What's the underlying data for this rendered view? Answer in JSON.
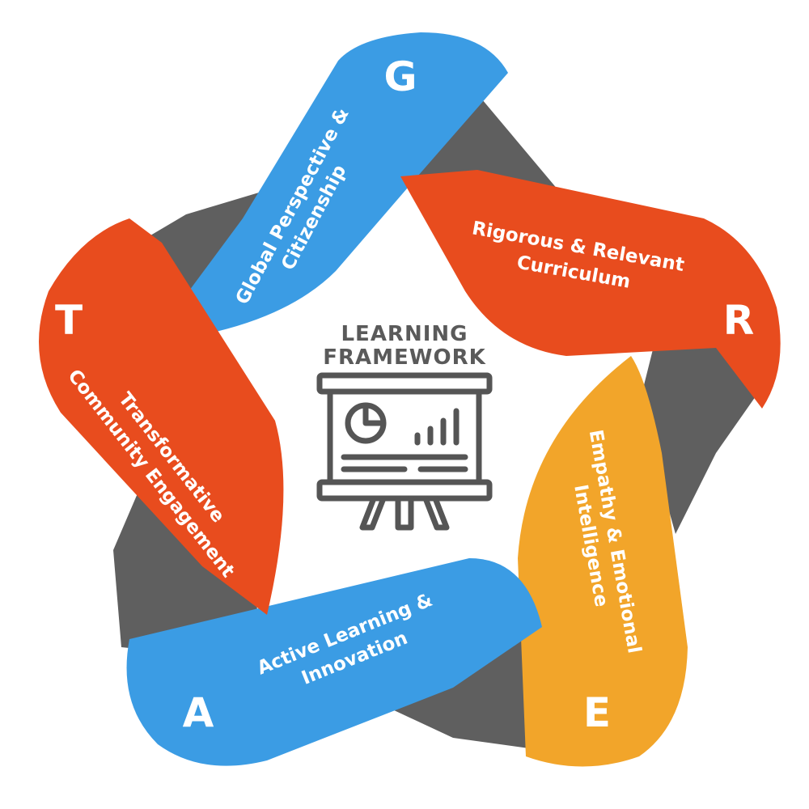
{
  "center": {
    "title_line1": "LEARNING",
    "title_line2": "FRAMEWORK",
    "icon": "presentation-board-icon"
  },
  "segments": [
    {
      "id": "g",
      "letter": "G",
      "line1": "Global Perspective &",
      "line2": "Citizenship",
      "color": "#3b9ce4"
    },
    {
      "id": "r",
      "letter": "R",
      "line1": "Rigorous & Relevant",
      "line2": "Curriculum",
      "color": "#e84c1e"
    },
    {
      "id": "e",
      "letter": "E",
      "line1": "Empathy & Emotional",
      "line2": "Intelligence",
      "color": "#f2a52a"
    },
    {
      "id": "a",
      "letter": "A",
      "line1": "Active Learning &",
      "line2": "Innovation",
      "color": "#3b9ce4"
    },
    {
      "id": "t",
      "letter": "T",
      "line1": "Transformative",
      "line2": "Community Engagement",
      "color": "#e84c1e"
    }
  ],
  "colors": {
    "connector_gray": "#5f5f5f",
    "icon_gray": "#555555",
    "background": "#ffffff"
  }
}
